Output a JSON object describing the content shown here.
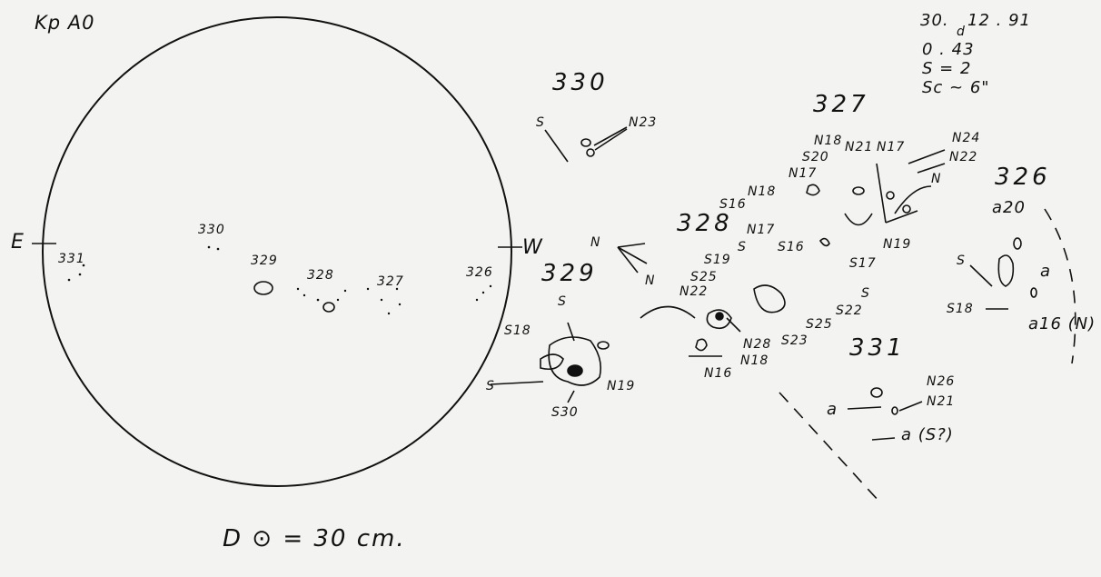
{
  "header": {
    "observer": "Kp A0"
  },
  "obs_info": {
    "date_day": "30.",
    "day_mark": "d",
    "date_rest": "12 . 91",
    "time": "0 . 43",
    "seeing": "S = 2",
    "scale": "Sc ~ 6\""
  },
  "disk": {
    "east": "E",
    "west": "W",
    "groups": [
      "331",
      "330",
      "329",
      "328",
      "327",
      "326"
    ]
  },
  "details": {
    "group_titles": [
      "330",
      "327",
      "326",
      "328",
      "329",
      "331"
    ],
    "annotations": [
      "S",
      "N23",
      "N18",
      "N21",
      "N17",
      "N24",
      "S20",
      "N17",
      "N22",
      "N",
      "N19",
      "N18",
      "S16",
      "N17",
      "S16",
      "S",
      "S17",
      "S19",
      "S25",
      "S",
      "S22",
      "S25",
      "S23",
      "N22",
      "N28",
      "N18",
      "N16",
      "N",
      "N",
      "S",
      "S18",
      "S",
      "N19",
      "S30",
      "a20",
      "S",
      "a",
      "S18",
      "a16 (N)",
      "N26",
      "a",
      "N21",
      "a (S?)"
    ]
  },
  "footer": {
    "diameter": "D ⊙ = 30 cm."
  }
}
